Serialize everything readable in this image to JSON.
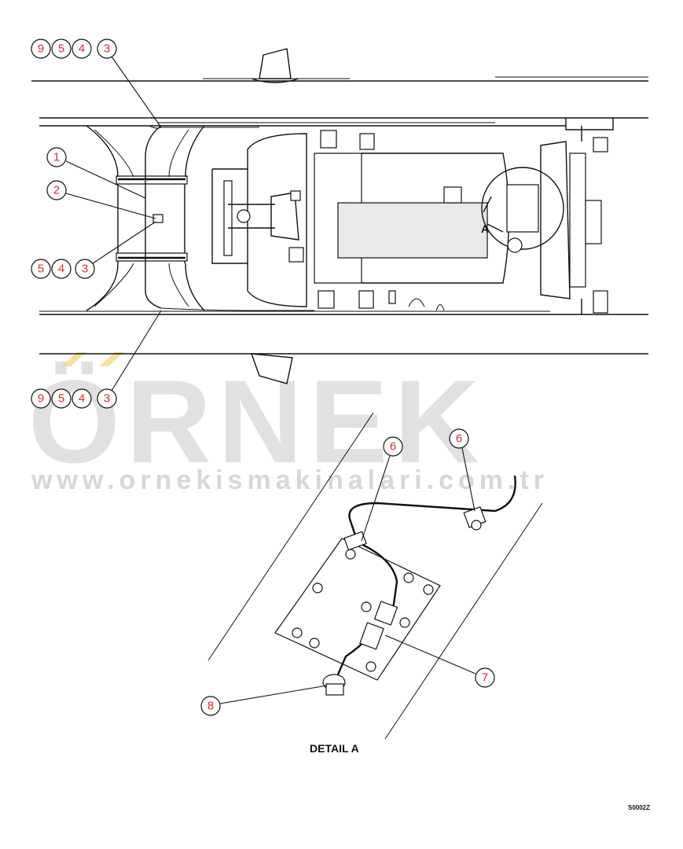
{
  "watermark": {
    "brand": "ÖRNEK",
    "url": "www.ornekismakinalari.com.tr"
  },
  "detail_label": "A",
  "detail_title": "DETAIL A",
  "drawing_code": "S0002Z",
  "callouts": {
    "top_group": [
      "9",
      "5",
      "4",
      "3"
    ],
    "left_1": "1",
    "left_2": "2",
    "mid_group": [
      "5",
      "4",
      "3"
    ],
    "bottom_group": [
      "9",
      "5",
      "4",
      "3"
    ],
    "detail_6a": "6",
    "detail_6b": "6",
    "detail_7": "7",
    "detail_8": "8"
  }
}
